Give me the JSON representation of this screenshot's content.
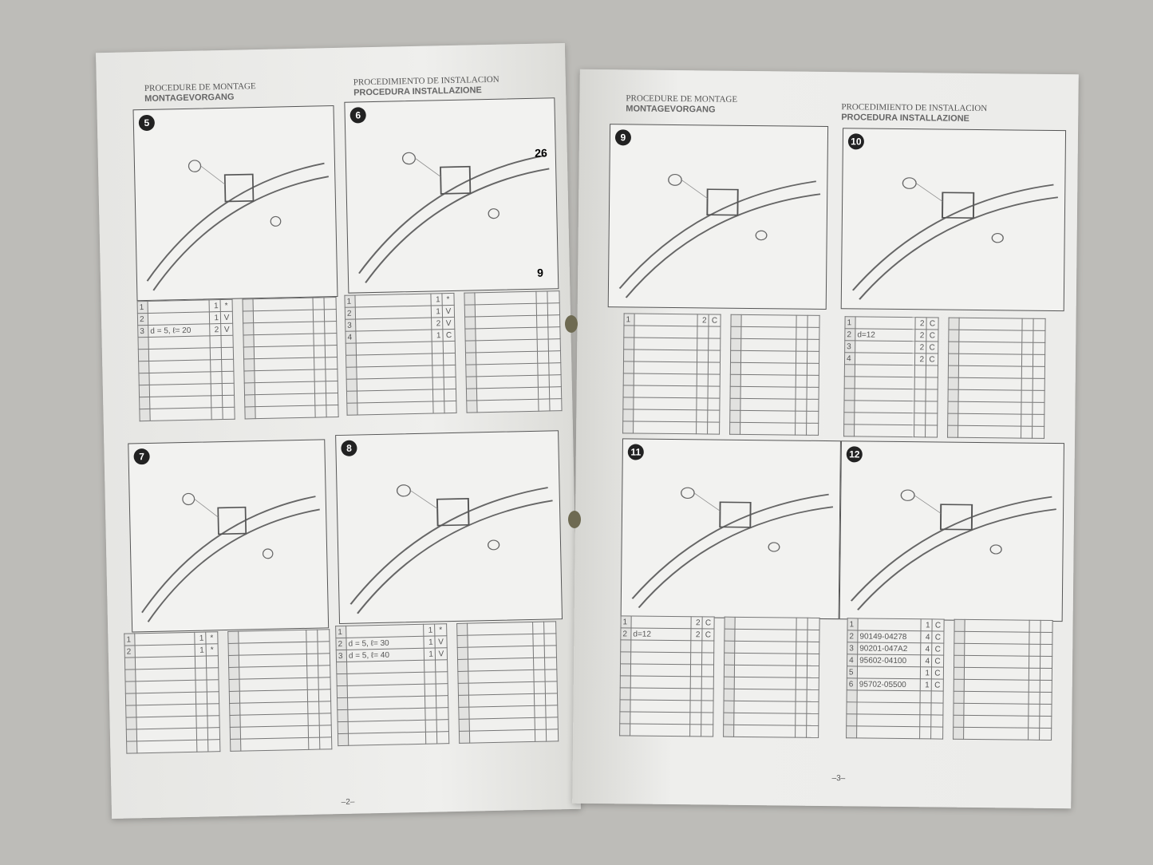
{
  "left_page": {
    "header_fr": "PROCEDURE DE MONTAGE",
    "header_de": "MONTAGEVORGANG",
    "header_es": "PROCEDIMIENTO DE INSTALACION",
    "header_it": "PROCEDURA INSTALLAZIONE",
    "page_number": "–2–",
    "panels": [
      {
        "step": "5",
        "rows": [
          [
            "1",
            "",
            "1",
            "*"
          ],
          [
            "2",
            "",
            "1",
            "V"
          ],
          [
            "3",
            "d = 5, ℓ= 20",
            "2",
            "V"
          ]
        ]
      },
      {
        "step": "6",
        "callouts": [
          "26",
          "9"
        ],
        "rows": [
          [
            "1",
            "",
            "1",
            "*"
          ],
          [
            "2",
            "",
            "1",
            "V"
          ],
          [
            "3",
            "",
            "2",
            "V"
          ],
          [
            "4",
            "",
            "1",
            "C"
          ]
        ]
      },
      {
        "step": "7",
        "rows": [
          [
            "1",
            "",
            "1",
            "*"
          ],
          [
            "2",
            "",
            "1",
            "*"
          ]
        ]
      },
      {
        "step": "8",
        "rows": [
          [
            "1",
            "",
            "1",
            "*"
          ],
          [
            "2",
            "d = 5, ℓ= 30",
            "1",
            "V"
          ],
          [
            "3",
            "d = 5, ℓ= 40",
            "1",
            "V"
          ]
        ]
      }
    ]
  },
  "right_page": {
    "header_fr": "PROCEDURE DE MONTAGE",
    "header_de": "MONTAGEVORGANG",
    "header_es": "PROCEDIMIENTO DE INSTALACION",
    "header_it": "PROCEDURA INSTALLAZIONE",
    "page_number": "–3–",
    "panels": [
      {
        "step": "9",
        "rows": [
          [
            "1",
            "",
            "2",
            "C"
          ]
        ]
      },
      {
        "step": "10",
        "rows": [
          [
            "1",
            "",
            "2",
            "C"
          ],
          [
            "2",
            "d=12",
            "2",
            "C"
          ],
          [
            "3",
            "",
            "2",
            "C"
          ],
          [
            "4",
            "",
            "2",
            "C"
          ]
        ]
      },
      {
        "step": "11",
        "rows": [
          [
            "1",
            "",
            "2",
            "C"
          ],
          [
            "2",
            "d=12",
            "2",
            "C"
          ]
        ]
      },
      {
        "step": "12",
        "rows": [
          [
            "1",
            "",
            "1",
            "C"
          ],
          [
            "2",
            "90149-04278",
            "4",
            "C"
          ],
          [
            "3",
            "90201-047A2",
            "4",
            "C"
          ],
          [
            "4",
            "95602-04100",
            "4",
            "C"
          ],
          [
            "5",
            "",
            "1",
            "C"
          ],
          [
            "6",
            "95702-05500",
            "1",
            "C"
          ]
        ]
      }
    ]
  }
}
